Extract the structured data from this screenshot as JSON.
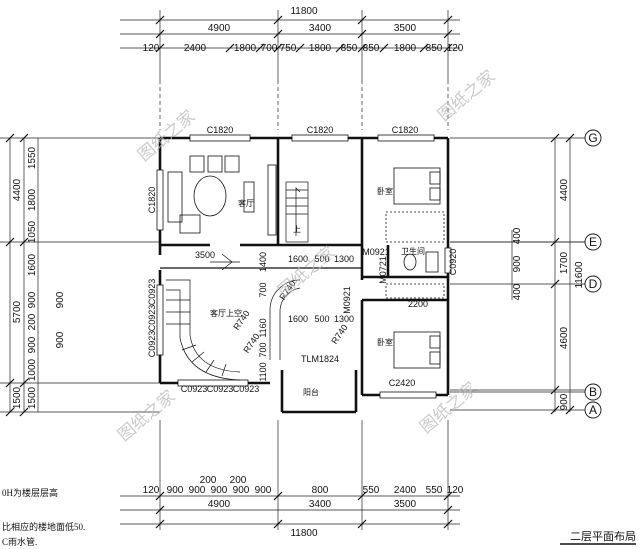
{
  "top_dims": {
    "overall": "11800",
    "segments": [
      "4900",
      "3400",
      "3500"
    ],
    "details": [
      "120",
      "2400",
      "1800",
      "700",
      "750",
      "1800",
      "850",
      "850",
      "1800",
      "850",
      "120"
    ]
  },
  "bottom_dims": {
    "overall": "11800",
    "segments": [
      "4900",
      "3400",
      "3500"
    ],
    "details": [
      "120",
      "900",
      "900",
      "900",
      "900",
      "900",
      "800",
      "550",
      "2400",
      "550",
      "120"
    ],
    "extra": [
      "200",
      "200"
    ]
  },
  "left_dims": {
    "segments": [
      "4400",
      "5700",
      "1500"
    ],
    "details": [
      "1550",
      "1800",
      "1050",
      "1600",
      "900",
      "200",
      "900",
      "1000",
      "900",
      "900",
      "1500"
    ]
  },
  "right_dims": {
    "overall": "11600",
    "segments": [
      "4400",
      "1700",
      "4600",
      "900"
    ],
    "details": [
      "400",
      "900",
      "400"
    ]
  },
  "axes": [
    "G",
    "E",
    "D",
    "B",
    "A"
  ],
  "windows": {
    "top": [
      "C1820",
      "C1820",
      "C1820"
    ],
    "left_living": "C1820",
    "stair_windows": [
      "C0923",
      "C0923",
      "C0923"
    ],
    "bottom_windows": [
      "C0923",
      "C0923",
      "C0923"
    ],
    "bedroom_window": "C2420",
    "right_bath": "C0920",
    "balcony_door": "TLM1824"
  },
  "doors": [
    "M0921",
    "M0721",
    "M0921"
  ],
  "rooms": {
    "living": "客厅",
    "bedroom_top": "卧室",
    "bedroom_bottom": "卧室",
    "bath": "卫生间",
    "void": "客厅上空",
    "stair_up": "上",
    "balcony": "阳台"
  },
  "interior_dims": [
    "3500",
    "1600",
    "500",
    "1300",
    "1400",
    "700",
    "1600",
    "500",
    "1300",
    "1160",
    "700",
    "1100",
    "2200",
    "R740",
    "R740",
    "R740",
    "R740"
  ],
  "watermark": "图纸之家",
  "notes": [
    "0H为楼层层高",
    "比相应的楼地面低50.",
    "C雨水管."
  ],
  "drawing_title": "二层平面布局"
}
